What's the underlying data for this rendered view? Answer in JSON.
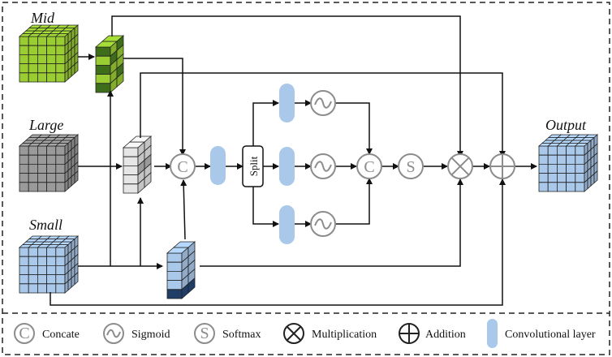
{
  "labels": {
    "mid": "Mid",
    "large": "Large",
    "small": "Small",
    "output": "Output",
    "split": "Split"
  },
  "operators": {
    "concat_symbol": "C",
    "softmax_symbol": "S"
  },
  "legend": {
    "concat": "Concate",
    "sigmoid": "Sigmoid",
    "softmax": "Softmax",
    "multiplication": "Multiplication",
    "addition": "Addition",
    "conv": "Convolutional layer"
  },
  "colors": {
    "mid_cube": "#9acd32",
    "large_cube": "#9a9a9a",
    "small_cube": "#a9c8ea",
    "output_cube": "#a9c8ea",
    "conv_layer": "#a9c8ea",
    "operator_stroke": "#8c8c8c",
    "dark_green": "#3f6e1a",
    "dark_blue": "#1f3d66"
  }
}
